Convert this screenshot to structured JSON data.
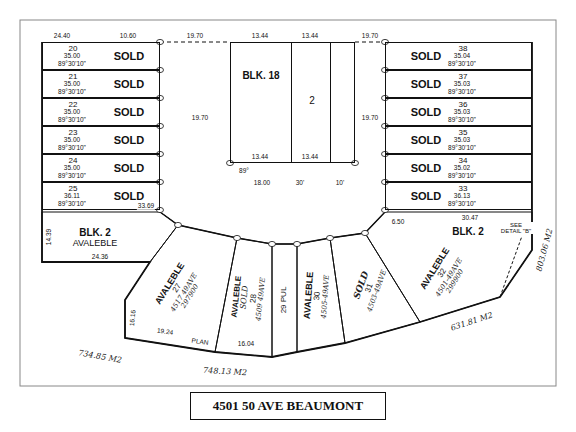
{
  "diagram": {
    "title": "4501 50 AVE BEAUMONT",
    "nodes": [
      {
        "text": [
          "20",
          "SOLD"
        ]
      },
      {
        "text": [
          "21",
          "SOLD"
        ]
      },
      {
        "text": [
          "22",
          "SOLD"
        ]
      },
      {
        "text": [
          "23",
          "SOLD"
        ]
      },
      {
        "text": [
          "24",
          "SOLD"
        ]
      },
      {
        "text": [
          "25",
          "SOLD"
        ]
      },
      {
        "text": [
          "38",
          "SOLD"
        ]
      },
      {
        "text": [
          "37",
          "SOLD"
        ]
      },
      {
        "text": [
          "36",
          "SOLD"
        ]
      },
      {
        "text": [
          "35",
          "SOLD"
        ]
      },
      {
        "text": [
          "34",
          "SOLD"
        ]
      },
      {
        "text": [
          "33",
          "SOLD"
        ]
      },
      {
        "text": [
          "BLK. 18"
        ]
      },
      {
        "text": [
          "2"
        ],
        "in": 12
      },
      {
        "text": [
          "BLK. 2",
          "AVALEBLE"
        ]
      },
      {
        "text": [
          "AVALEBLE",
          "27",
          "4517 49AVE 297900"
        ]
      },
      {
        "text": [
          "AVALEBLE",
          "SOLD",
          "28",
          "4509 49AVE"
        ]
      },
      {
        "text": [
          "29 PUL"
        ]
      },
      {
        "text": [
          "AVALEBLE",
          "30",
          "4505-49AVE"
        ]
      },
      {
        "text": [
          "SOLD",
          "31",
          "4503-49AVE"
        ]
      },
      {
        "text": [
          "AVALEBLE",
          "32",
          "4501-49AVE 299900"
        ]
      }
    ],
    "labels": [
      "24.40",
      "10.60",
      "19.70",
      "13.44",
      "13.44",
      "19.70",
      "35.00",
      "35.00",
      "35.00",
      "35.00",
      "35.00",
      "36.11",
      "89°30'10\"",
      "89°30'10\"",
      "89°30'10\"",
      "89°30'10\"",
      "89°30'10\"",
      "89°30'10\"",
      "35.04",
      "35.03",
      "35.03",
      "35.03",
      "35.02",
      "36.13",
      "89°30'10\"",
      "89°30'10\"",
      "89°30'10\"",
      "89°30'10\"",
      "89°30'10\"",
      "89°30'10\"",
      "19.70",
      "19.70",
      "13.44",
      "13.44",
      "89°",
      "18.00",
      "30'",
      "10'",
      "33.69",
      "24.36",
      "14.39",
      "16.16",
      "19.24",
      "PLAN",
      "16.04",
      "6.50",
      "30.47",
      "BLK. 2",
      "SEE DETAIL \"B\"",
      "734.85 M2",
      "748.13 M2",
      "631.81 M2",
      "803.06 M2"
    ]
  }
}
